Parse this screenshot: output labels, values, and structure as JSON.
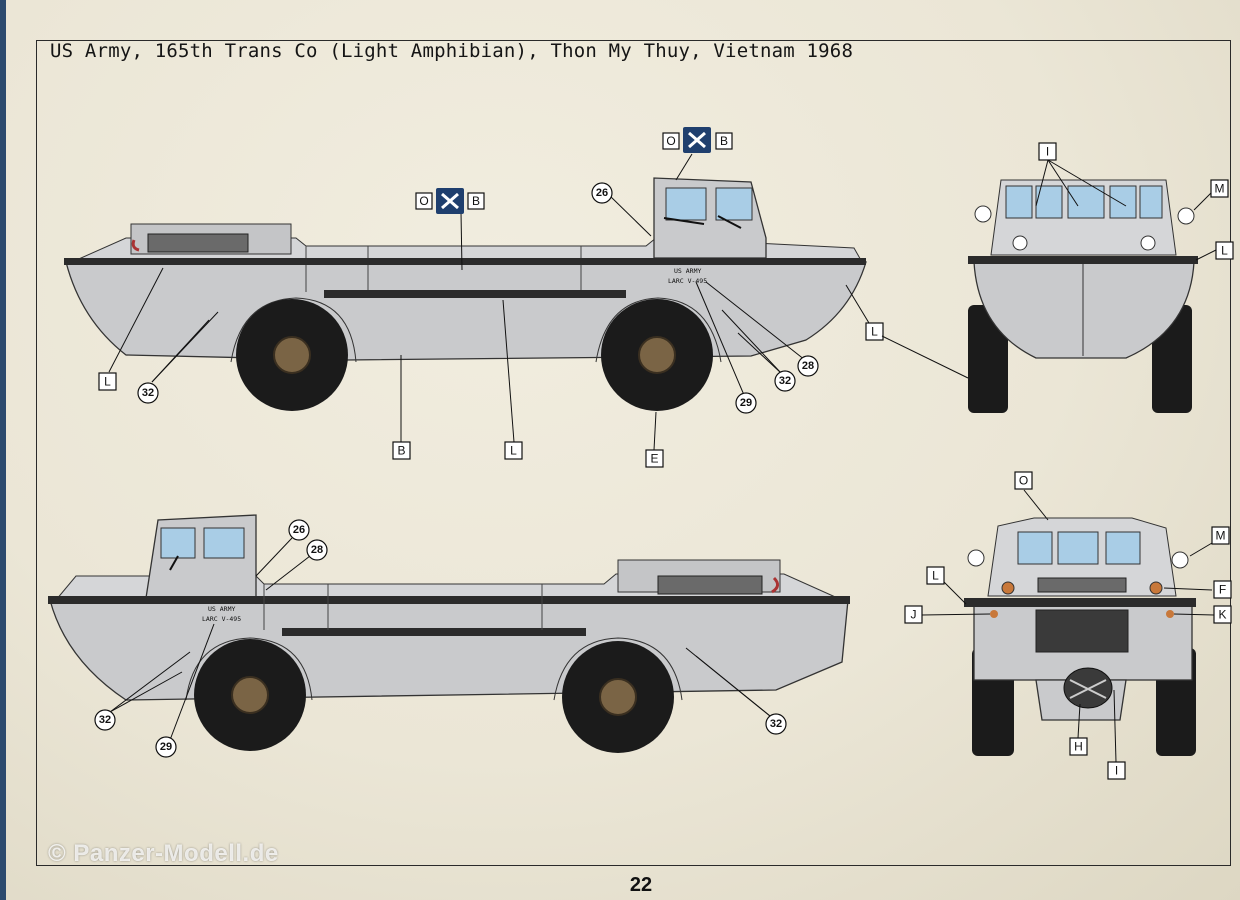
{
  "title": "US Army, 165th Trans Co (Light Amphibian), Thon My Thuy, Vietnam 1968",
  "page_number": "22",
  "watermark": "© Panzer-Modell.de",
  "stencil_text": [
    "US ARMY",
    "LARC V-495"
  ],
  "colors": {
    "hull": "#c9cacc",
    "rub_strake": "#2b2b2b",
    "tire": "#1b1b1b",
    "hub": "#7a6445",
    "glass": "#a9cde6",
    "paint_chip_blue": "#1f3f6e",
    "lens_amber": "#c8783a"
  },
  "views": {
    "side_left": {
      "markers_num": [
        "26",
        "32",
        "28",
        "32",
        "29"
      ],
      "markers_let": [
        "L",
        "B",
        "L",
        "E",
        "L"
      ],
      "paint_ref": [
        "O",
        "B"
      ],
      "cab_paint_ref": [
        "O",
        "B"
      ]
    },
    "front": {
      "markers_let": [
        "I",
        "M",
        "L"
      ]
    },
    "side_right": {
      "markers_num": [
        "26",
        "28",
        "32",
        "29",
        "32"
      ]
    },
    "rear": {
      "markers_let": [
        "O",
        "M",
        "L",
        "F",
        "J",
        "K",
        "H",
        "I"
      ]
    }
  }
}
